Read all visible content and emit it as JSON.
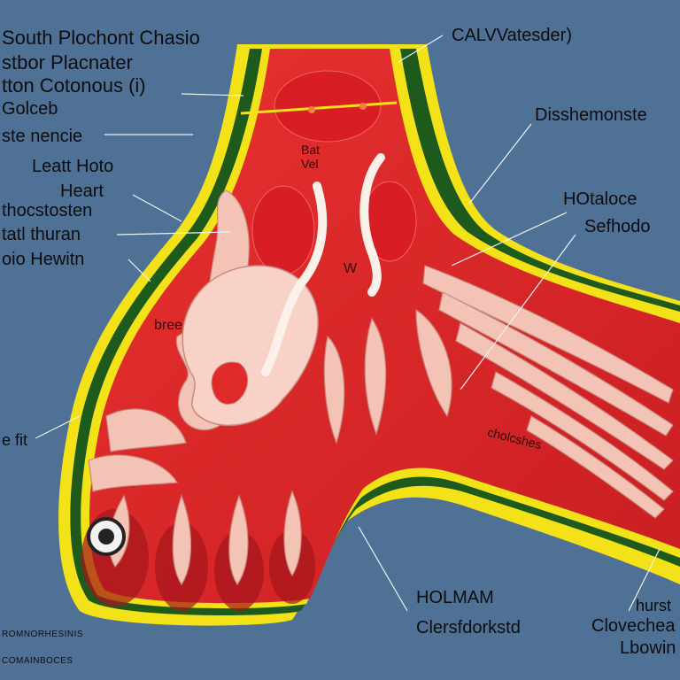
{
  "labels": {
    "left": [
      "South Plochont Chasio",
      "stbor Placnater",
      "tton Cotonous (i)",
      "Golceb",
      "ste nencie",
      "Leatt Hoto",
      "Heart",
      "thocstosten",
      "tatl thuran",
      "oio Hewitn",
      "e fit"
    ],
    "top_right": "CALVVatesder)",
    "right": [
      "Disshemonste",
      "HOtaloce",
      "Sefhodo"
    ],
    "inside": [
      "Bat",
      "Vel",
      "bree",
      "W",
      "cholcshes"
    ],
    "bottom": [
      "HOLMAM",
      "Clersfdorkstd",
      "Clovechea",
      "hurst",
      "Lbowin"
    ],
    "footer": [
      "ROMNORHESINIS",
      "COMAINBOCES"
    ]
  },
  "colors": {
    "background": "#4f7196",
    "flesh": "#e02a2a",
    "outline_yellow": "#f2e217",
    "band_green": "#1e5a1c",
    "bone": "#f3c3b6",
    "nerve": "#fbf1ea",
    "label": "#0d0d0d"
  }
}
